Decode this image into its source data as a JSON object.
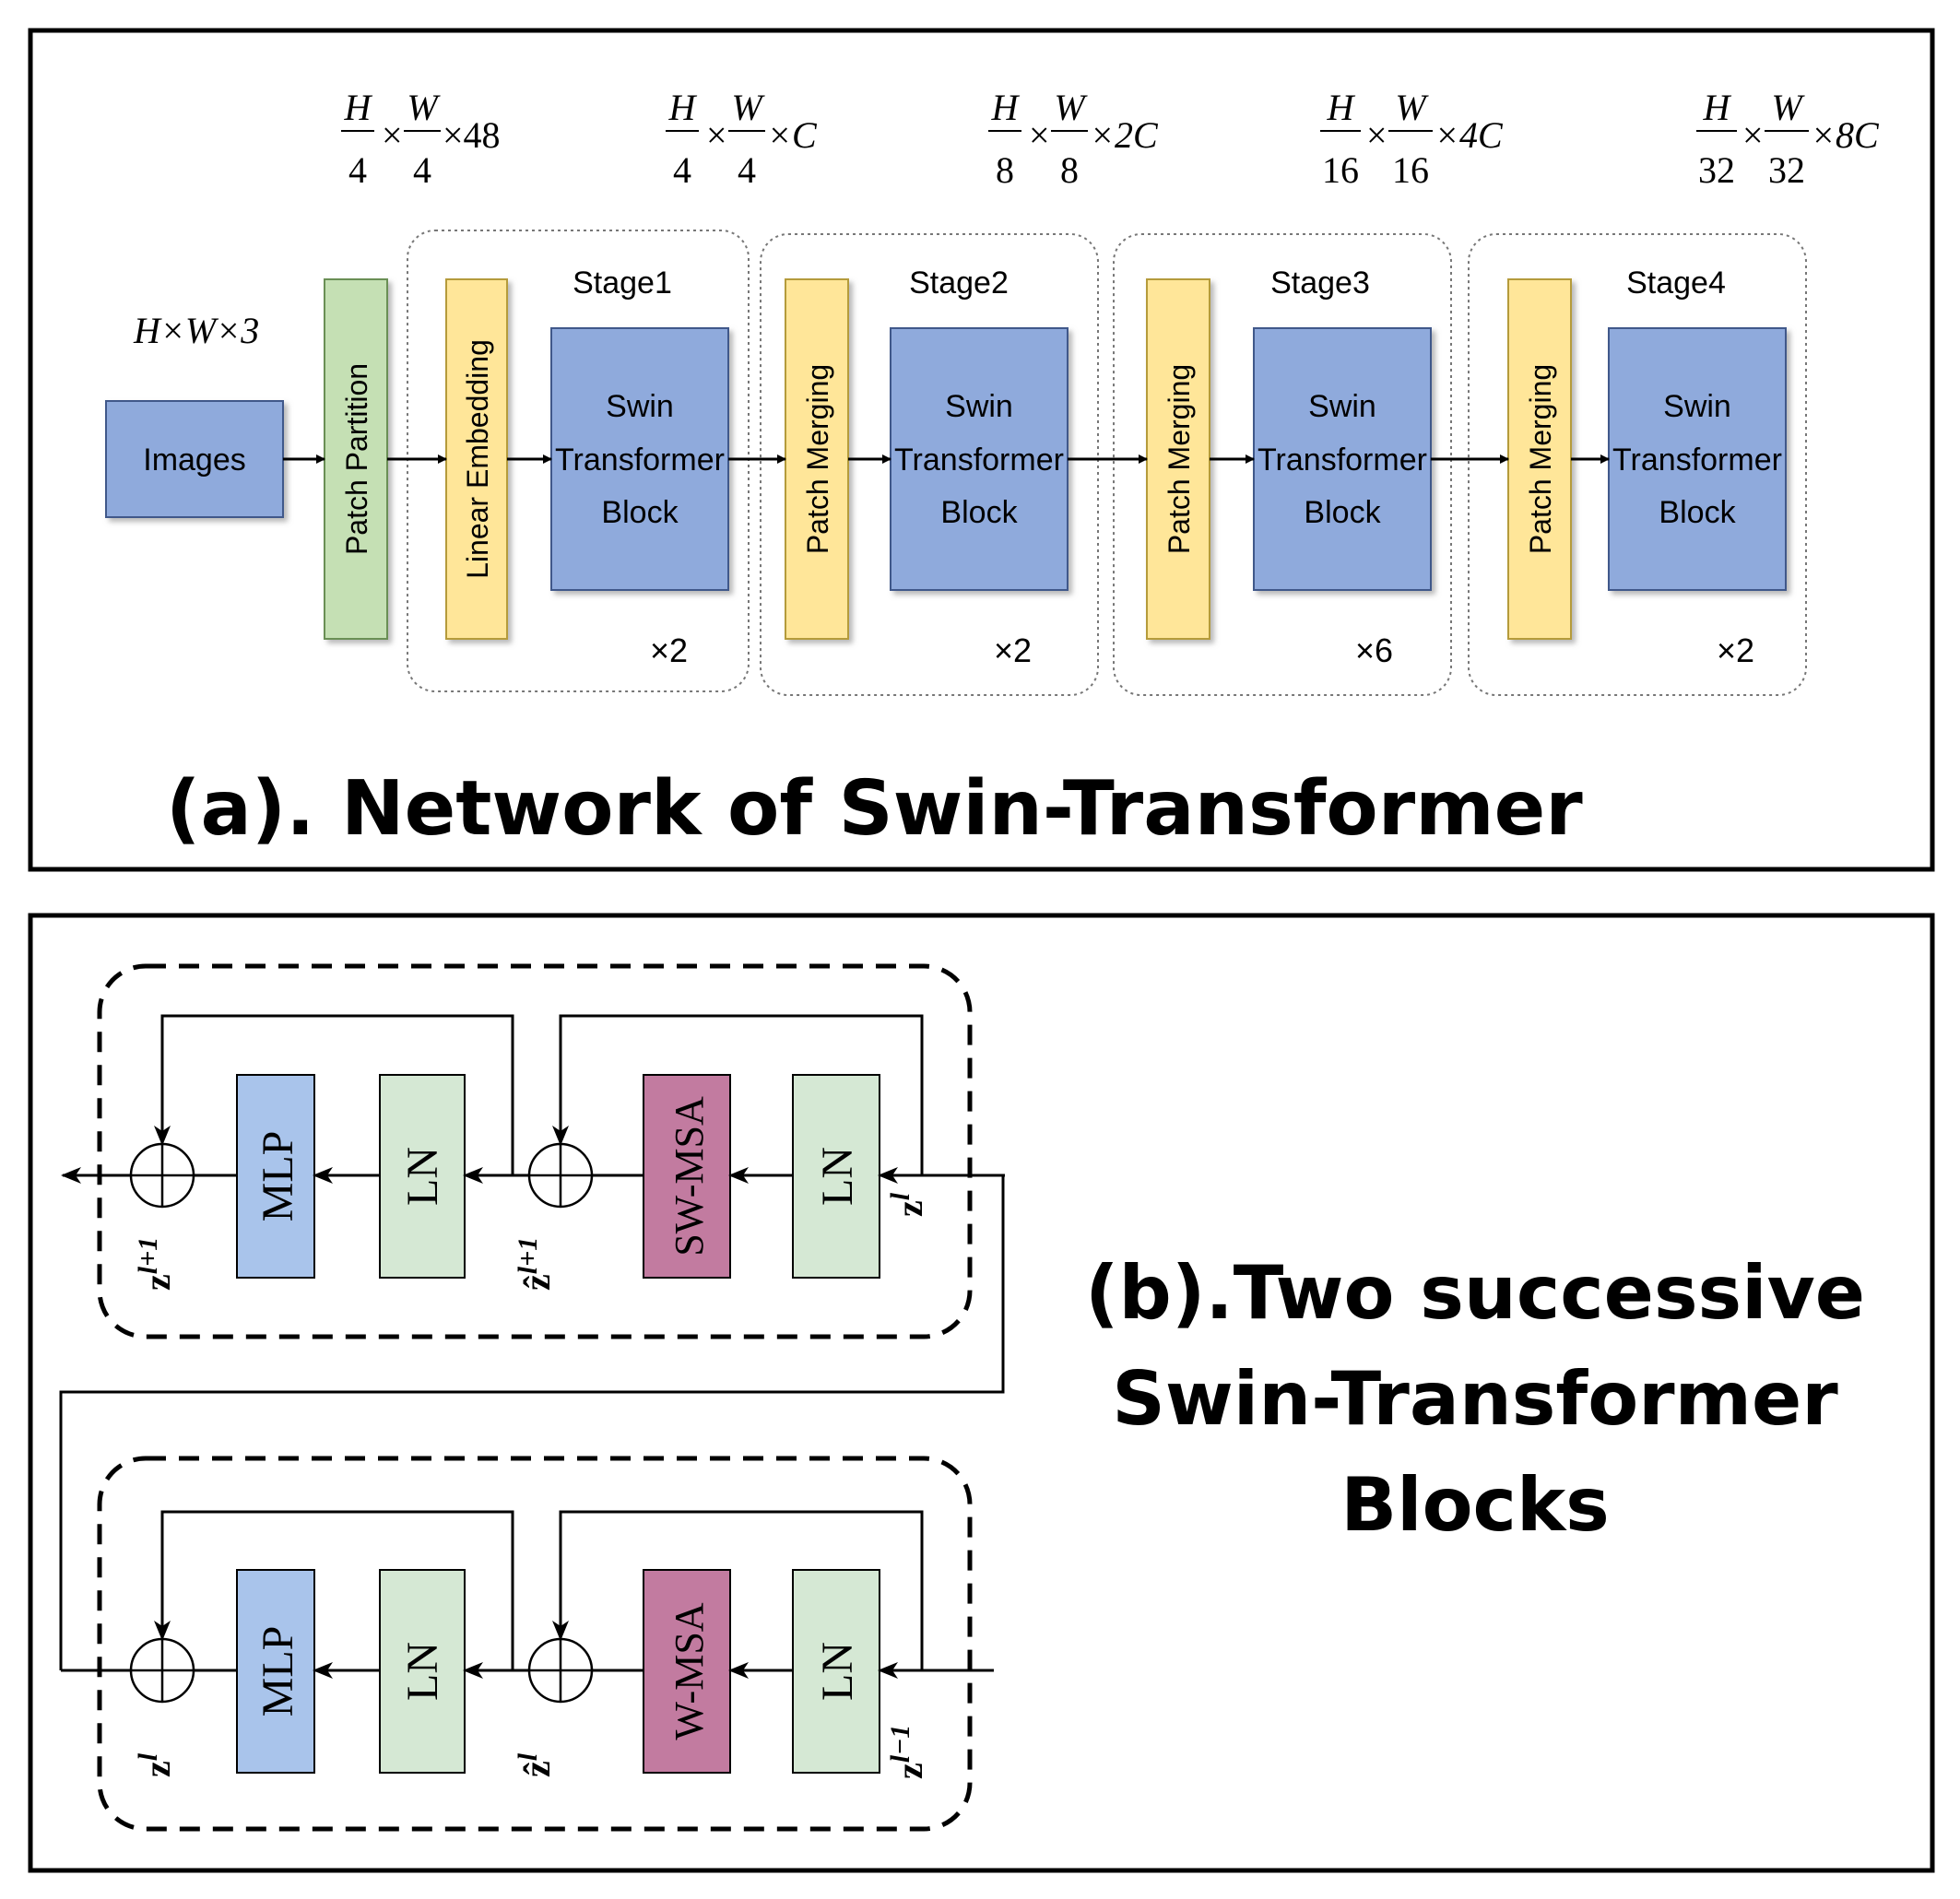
{
  "panel_a": {
    "title": "(a). Network of Swin-Transformer",
    "input_dim": "H×W×3",
    "images_label": "Images",
    "patch_partition_label": "Patch Partition",
    "linear_embedding_label": "Linear Embedding",
    "patch_merging_label": "Patch Merging",
    "block_line1": "Swin",
    "block_line2": "Transformer",
    "block_line3": "Block",
    "stages": [
      {
        "name": "Stage1",
        "repeat": "×2"
      },
      {
        "name": "Stage2",
        "repeat": "×2"
      },
      {
        "name": "Stage3",
        "repeat": "×6"
      },
      {
        "name": "Stage4",
        "repeat": "×2"
      }
    ],
    "dims": [
      {
        "h_num": "H",
        "h_den": "4",
        "w_num": "W",
        "w_den": "4",
        "suffix": "×48"
      },
      {
        "h_num": "H",
        "h_den": "4",
        "w_num": "W",
        "w_den": "4",
        "suffix": "×C"
      },
      {
        "h_num": "H",
        "h_den": "8",
        "w_num": "W",
        "w_den": "8",
        "suffix": "×2C"
      },
      {
        "h_num": "H",
        "h_den": "16",
        "w_num": "W",
        "w_den": "16",
        "suffix": "×4C"
      },
      {
        "h_num": "H",
        "h_den": "32",
        "w_num": "W",
        "w_den": "32",
        "suffix": "×8C"
      }
    ],
    "times_sign": "×"
  },
  "panel_b": {
    "title_line1": "(b).Two successive",
    "title_line2": "Swin-Transformer",
    "title_line3": "Blocks",
    "top_block": {
      "mlp": "MLP",
      "ln1": "LN",
      "ln2": "LN",
      "msa": "SW-MSA",
      "z_in": "z",
      "z_in_sup": "l",
      "zhat": "ẑ",
      "zhat_sup": "l+1",
      "z_out": "z",
      "z_out_sup": "l+1"
    },
    "bottom_block": {
      "mlp": "MLP",
      "ln1": "LN",
      "ln2": "LN",
      "msa": "W-MSA",
      "z_in": "z",
      "z_in_sup": "l−1",
      "zhat": "ẑ",
      "zhat_sup": "l",
      "z_out": "z",
      "z_out_sup": "l"
    }
  },
  "colors": {
    "blue_box": "#8faadc",
    "green_box": "#c5e0b4",
    "yellow_box": "#ffe699",
    "mlp_blue": "#a9c4eb",
    "ln_green": "#d5e8d4",
    "msa_purple": "#c27ba0"
  }
}
